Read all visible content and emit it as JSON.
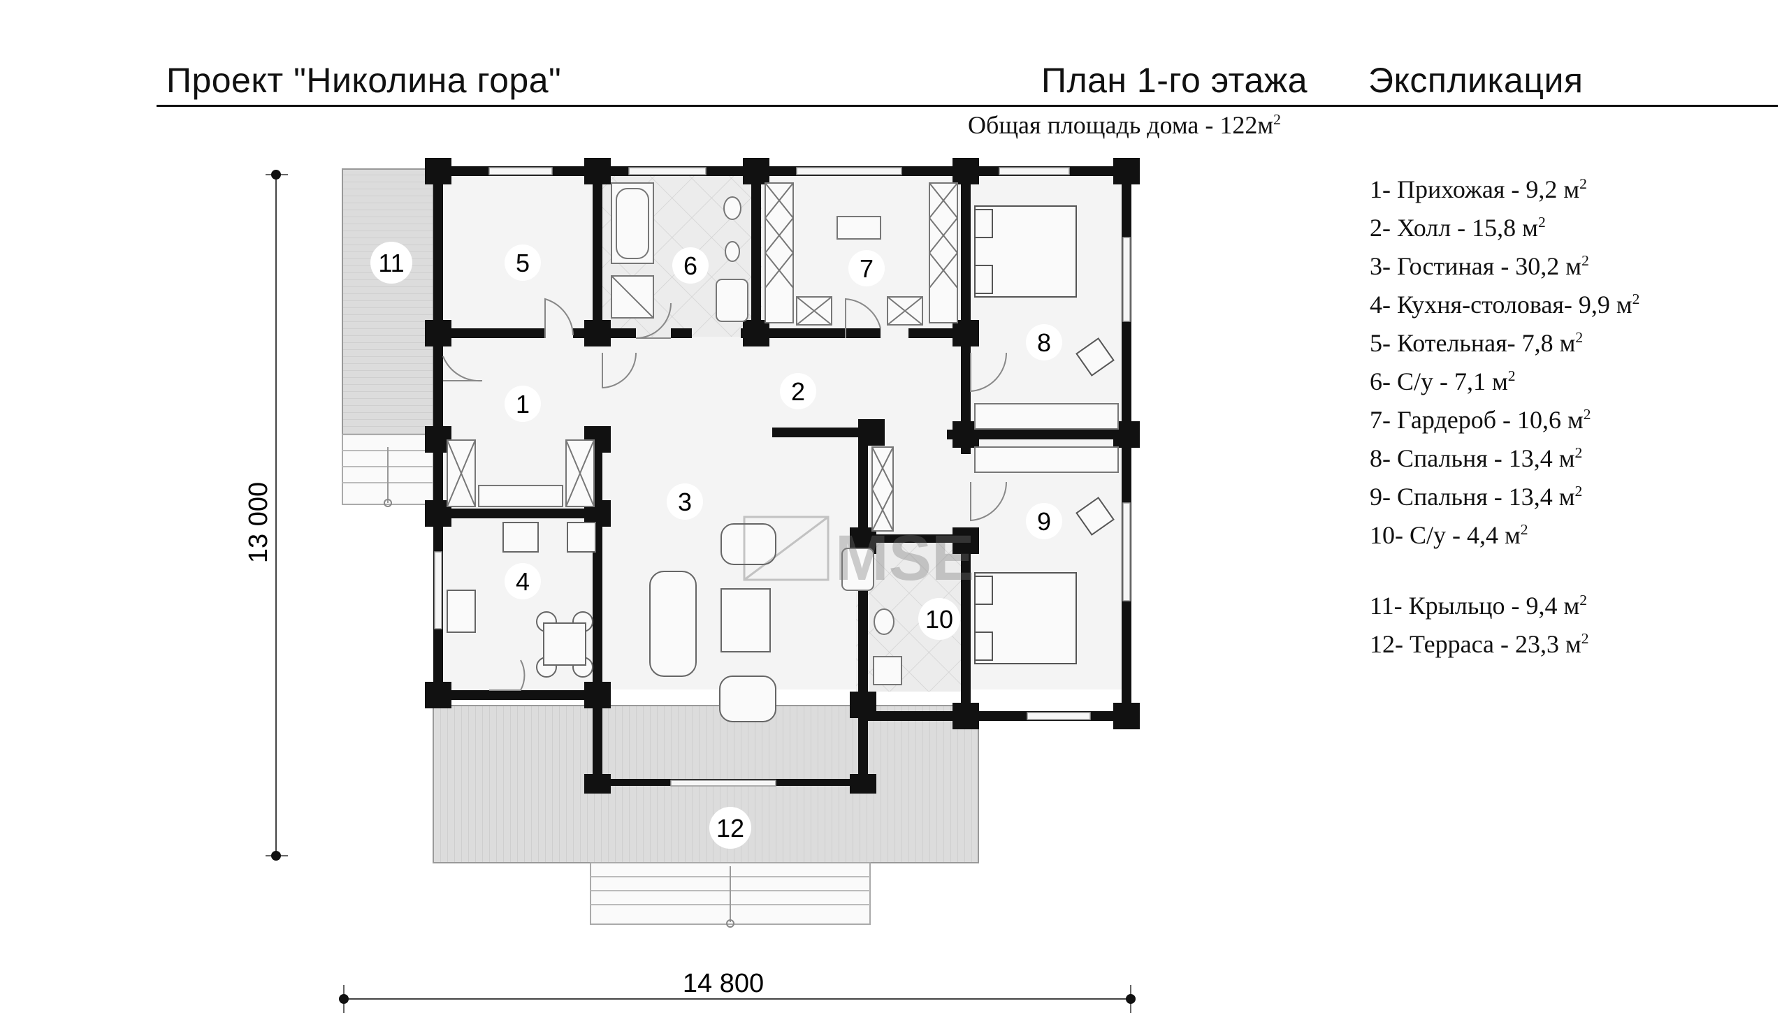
{
  "header": {
    "project_title": "Проект \"Николина гора\"",
    "plan_title": "План 1-го этажа",
    "explication_title": "Экспликация",
    "total_area_label": "Общая площадь дома - 122м",
    "total_area_sup": "2"
  },
  "dimensions": {
    "width_label": "14 800",
    "height_label": "13 000"
  },
  "watermark": "MSE",
  "rooms": [
    {
      "num": "1"
    },
    {
      "num": "2"
    },
    {
      "num": "3"
    },
    {
      "num": "4"
    },
    {
      "num": "5"
    },
    {
      "num": "6"
    },
    {
      "num": "7"
    },
    {
      "num": "8"
    },
    {
      "num": "9"
    },
    {
      "num": "10"
    },
    {
      "num": "11"
    },
    {
      "num": "12"
    }
  ],
  "legend": {
    "items": [
      {
        "text": "1- Прихожая - 9,2 м",
        "sup": "2"
      },
      {
        "text": "2- Холл - 15,8 м",
        "sup": "2"
      },
      {
        "text": "3- Гостиная - 30,2 м",
        "sup": "2"
      },
      {
        "text": "4- Кухня-столовая- 9,9 м",
        "sup": "2"
      },
      {
        "text": "5- Котельная- 7,8 м",
        "sup": "2"
      },
      {
        "text": "6- С/у - 7,1 м",
        "sup": "2"
      },
      {
        "text": "7- Гардероб - 10,6 м",
        "sup": "2"
      },
      {
        "text": "8- Спальня - 13,4 м",
        "sup": "2"
      },
      {
        "text": "9- Спальня - 13,4 м",
        "sup": "2"
      },
      {
        "text": "10- С/у - 4,4 м",
        "sup": "2"
      }
    ],
    "outdoor_items": [
      {
        "text": "11- Крыльцо - 9,4 м",
        "sup": "2"
      },
      {
        "text": "12- Терраса - 23,3 м",
        "sup": "2"
      }
    ]
  },
  "colors": {
    "wall": "#111111",
    "floor": "#f4f4f4",
    "deck": "#dcdcdc",
    "tile": "#e9e9e9"
  }
}
